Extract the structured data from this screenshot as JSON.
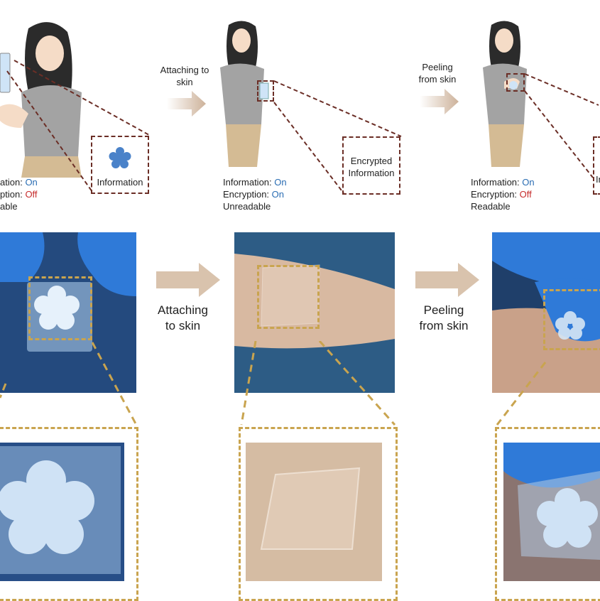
{
  "colors": {
    "on": "#2a6db3",
    "off": "#c62b2b",
    "arrow": "#d9c3ad",
    "gold_dash": "#c9a44f",
    "brown_dash": "#6b2e26",
    "glove": "#2f7ad8",
    "hydrogel": "#cfe4f7"
  },
  "top_row": {
    "panel1": {
      "box_label": "Information",
      "status": [
        {
          "key": "ation:",
          "value": "On",
          "value_color": "on"
        },
        {
          "key": "ption:",
          "value": "Off",
          "value_color": "off"
        },
        {
          "key": "able",
          "value": "",
          "value_color": ""
        }
      ]
    },
    "arrow1_label_line1": "Attaching to",
    "arrow1_label_line2": "skin",
    "panel2": {
      "box_label_line1": "Encrypted",
      "box_label_line2": "Information",
      "status": [
        {
          "key": "Information:",
          "value": "On",
          "value_color": "on"
        },
        {
          "key": "Encryption:",
          "value": "On",
          "value_color": "on"
        },
        {
          "key": "Unreadable",
          "value": "",
          "value_color": ""
        }
      ]
    },
    "arrow2_label_line1": "Peeling",
    "arrow2_label_line2": "from skin",
    "panel3": {
      "box_label_fragment": "In",
      "status": [
        {
          "key": "Information:",
          "value": "On",
          "value_color": "on"
        },
        {
          "key": "Encryption:",
          "value": "Off",
          "value_color": "off"
        },
        {
          "key": "Readable",
          "value": "",
          "value_color": ""
        }
      ]
    }
  },
  "middle_row": {
    "arrow1_line1": "Attaching",
    "arrow1_line2": "to skin",
    "arrow2_line1": "Peeling",
    "arrow2_line2": "from skin"
  },
  "icons": {
    "flower": "flower-icon",
    "person": "woman-illustration",
    "arrow": "right-arrow-icon"
  }
}
